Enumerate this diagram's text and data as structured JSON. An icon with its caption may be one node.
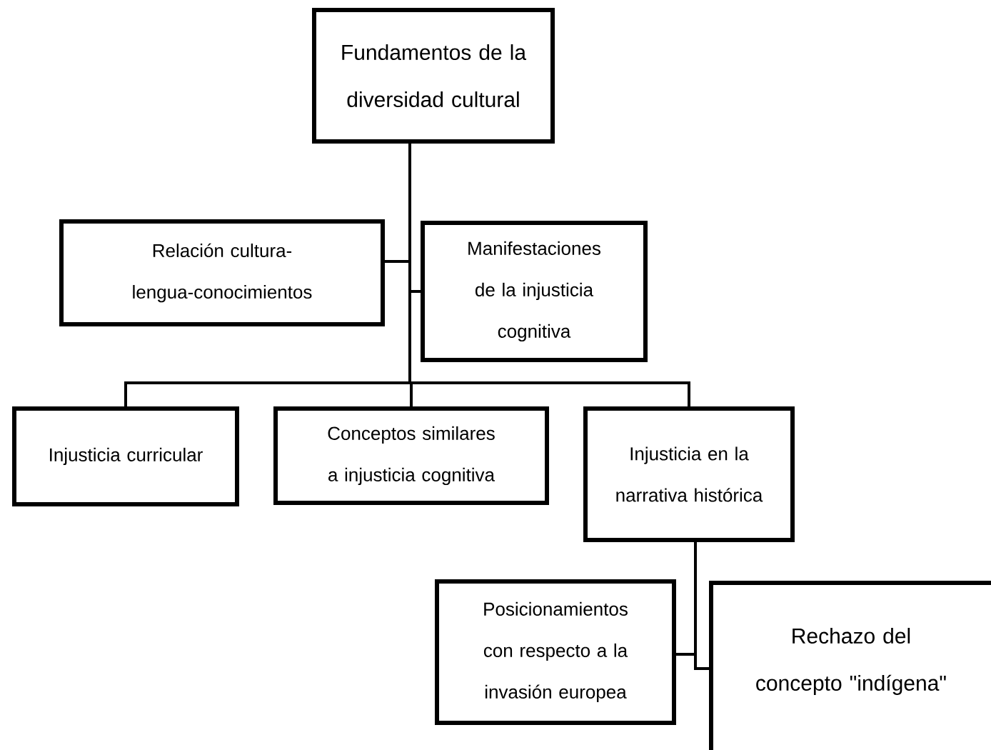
{
  "diagram": {
    "nodes": [
      {
        "text": [
          "Fundamentos de la diversidad cultural"
        ]
      },
      {
        "text": [
          "Relación cultura-lengua-conocimientos"
        ]
      },
      {
        "text": [
          "Manifestaciones de la injusticia cognitiva"
        ]
      },
      {
        "text": [
          "Injusticia curricular"
        ]
      },
      {
        "text": [
          "Conceptos similares a injusticia cognitiva"
        ]
      },
      {
        "text": [
          "Injusticia en la narrativa histórica"
        ]
      },
      {
        "text": [
          "Posicionamientos con respecto a la invasión europea"
        ]
      },
      {
        "text": [
          "Rechazo del concepto \"indígena\""
        ]
      }
    ],
    "edges": [
      {
        "from": 0,
        "to": 1,
        "arrow": "none"
      },
      {
        "from": 0,
        "to": 2,
        "arrow": "none"
      },
      {
        "from": 0,
        "to": 3,
        "arrow": "none"
      },
      {
        "from": 0,
        "to": 4,
        "arrow": "none"
      },
      {
        "from": 0,
        "to": 5,
        "arrow": "none"
      },
      {
        "from": 5,
        "to": 6,
        "arrow": "none"
      },
      {
        "from": 5,
        "to": 7,
        "arrow": "none"
      }
    ]
  }
}
